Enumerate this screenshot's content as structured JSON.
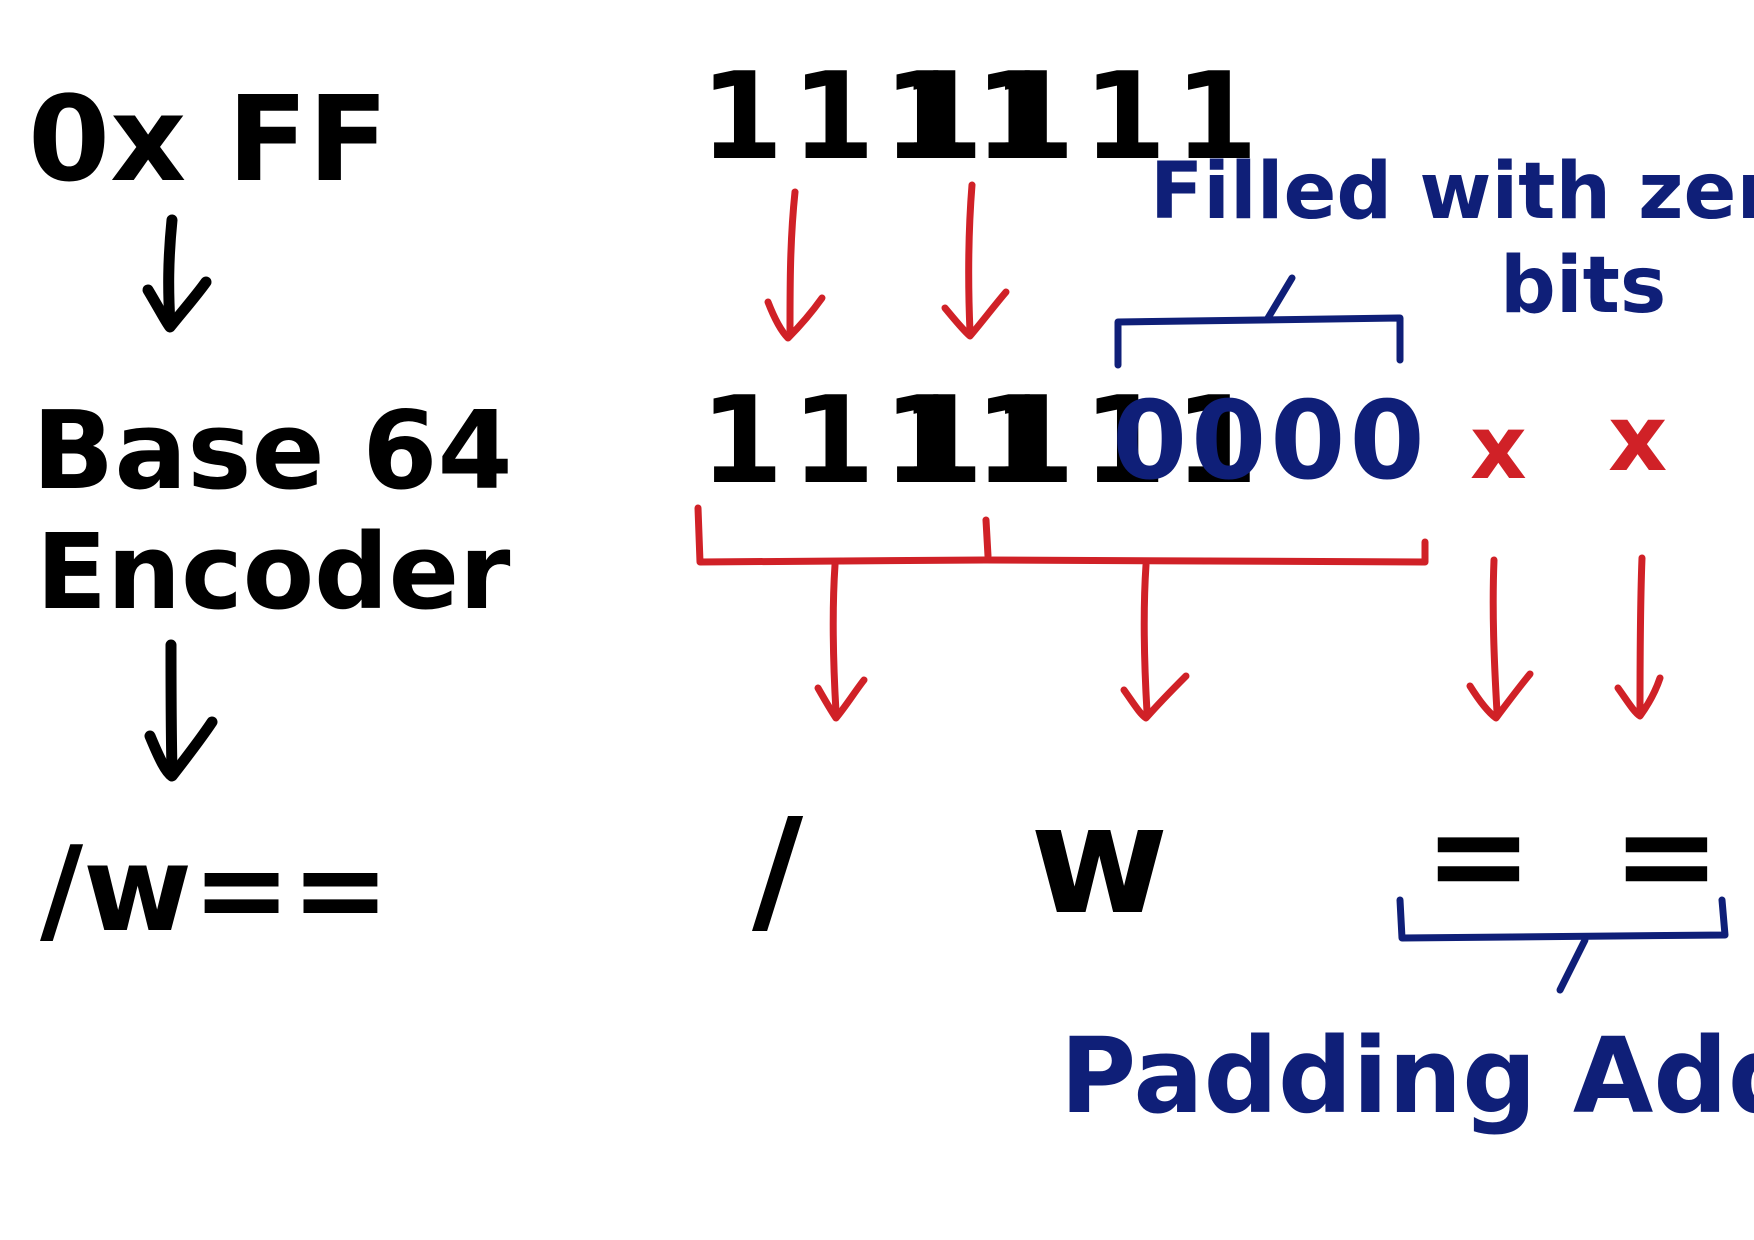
{
  "left_column": {
    "input": "0x FF",
    "encoder_line1": "Base 64",
    "encoder_line2": "Encoder",
    "output": "/w=="
  },
  "bits_row": {
    "original_nibble_1": "1111",
    "original_nibble_2": "1111",
    "filled_nibble_1": "1111",
    "filled_nibble_2": "1111",
    "zero_nibble": "0000",
    "missing_1": "x",
    "missing_2": "x"
  },
  "output_chars": {
    "char_1": "/",
    "char_2": "w",
    "pad_1": "=",
    "pad_2": "="
  },
  "annotations": {
    "zero_fill_line1": "Filled with zero",
    "zero_fill_line2": "bits",
    "padding": "Padding Added"
  },
  "colors": {
    "black": "#000000",
    "blue": "#0f1f78",
    "red": "#d02127"
  }
}
